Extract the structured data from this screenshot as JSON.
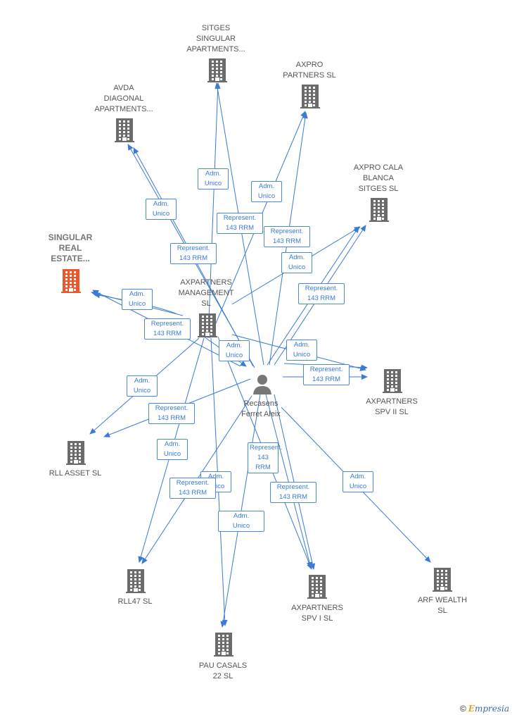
{
  "nodes": {
    "sitges": {
      "label": "SITGES\nSINGULAR\nAPARTMENTS...",
      "icon": "building-icon"
    },
    "axpro": {
      "label": "AXPRO\nPARTNERS  SL",
      "icon": "building-icon"
    },
    "avda": {
      "label": "AVDA\nDIAGONAL\nAPARTMENTS...",
      "icon": "building-icon"
    },
    "cala": {
      "label": "AXPRO CALA\nBLANCA\nSITGES  SL",
      "icon": "building-icon"
    },
    "singular": {
      "label": "SINGULAR\nREAL\nESTATE...",
      "icon": "building-icon",
      "color": "#e8582a"
    },
    "mgmt": {
      "label": "AXPARTNERS\nMANAGEMENT\nSL",
      "icon": "building-icon"
    },
    "person": {
      "label": "Recasens\nFerret Aleix",
      "icon": "person-icon"
    },
    "spv2": {
      "label": "AXPARTNERS\nSPV II  SL",
      "icon": "building-icon"
    },
    "rll": {
      "label": "RLL ASSET  SL",
      "icon": "building-icon"
    },
    "rll47": {
      "label": "RLL47  SL",
      "icon": "building-icon"
    },
    "spv1": {
      "label": "AXPARTNERS\nSPV I  SL",
      "icon": "building-icon"
    },
    "arf": {
      "label": "ARF WEALTH\nSL",
      "icon": "building-icon"
    },
    "pau": {
      "label": "PAU CASALS\n22  SL",
      "icon": "building-icon"
    }
  },
  "edge_labels": [
    {
      "id": "e1",
      "text": "Adm.\nUnico"
    },
    {
      "id": "e2",
      "text": "Adm.\nUnico"
    },
    {
      "id": "e3",
      "text": "Represent.\n143 RRM"
    },
    {
      "id": "e4",
      "text": "Adm.\nUnico"
    },
    {
      "id": "e5",
      "text": "Represent.\n143 RRM"
    },
    {
      "id": "e6",
      "text": "Represent.\n143 RRM"
    },
    {
      "id": "e7",
      "text": "Adm.\nUnico"
    },
    {
      "id": "e8",
      "text": "Adm.\nUnico"
    },
    {
      "id": "e9",
      "text": "Represent.\n143 RRM"
    },
    {
      "id": "e10",
      "text": "Represent.\n143 RRM"
    },
    {
      "id": "e11",
      "text": "Adm.\nUnico"
    },
    {
      "id": "e12",
      "text": "Adm.\nUnico"
    },
    {
      "id": "e13",
      "text": "Represent.\n143 RRM"
    },
    {
      "id": "e14",
      "text": "Adm.\nUnico"
    },
    {
      "id": "e15",
      "text": "Represent.\n143 RRM"
    },
    {
      "id": "e16",
      "text": "Adm.\nUnico"
    },
    {
      "id": "e17",
      "text": "Represent.\n143 RRM"
    },
    {
      "id": "e18",
      "text": "Adm.\nUnico"
    },
    {
      "id": "e19",
      "text": "Represent.\n143 RRM"
    },
    {
      "id": "e20",
      "text": "Adm.\nUnico"
    },
    {
      "id": "e21",
      "text": "Represent.\n143 RRM"
    },
    {
      "id": "e22",
      "text": "Adm.\nUnico"
    }
  ],
  "colors": {
    "edge": "#3a7bd5",
    "building": "#6b6b6b",
    "highlight": "#e8582a"
  },
  "brand": {
    "symbol": "©",
    "first": "E",
    "rest": "mpresia"
  }
}
